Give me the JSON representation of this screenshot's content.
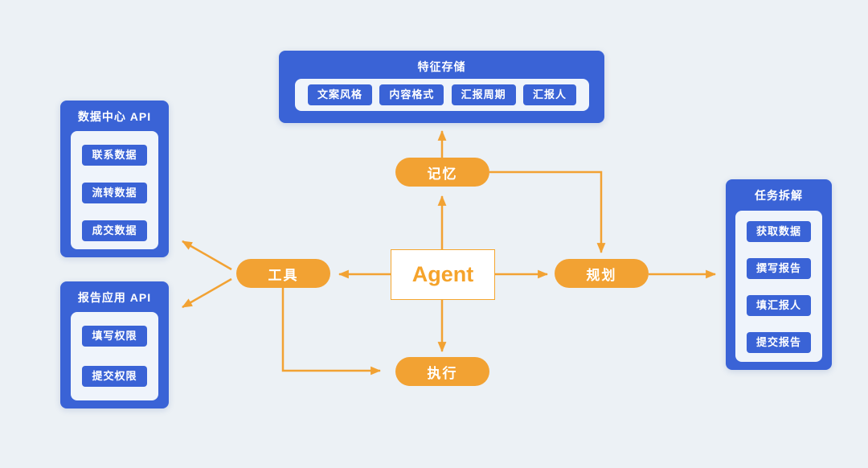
{
  "colors": {
    "background": "#ecf1f5",
    "box_blue": "#3a63d6",
    "panel_light": "#eff4fb",
    "accent_orange": "#f2a233",
    "text_white": "#ffffff"
  },
  "agent": {
    "label": "Agent"
  },
  "pills": {
    "memory": "记忆",
    "tools": "工具",
    "planning": "规划",
    "execution": "执行"
  },
  "feature_store": {
    "title": "特征存储",
    "items": [
      "文案风格",
      "内容格式",
      "汇报周期",
      "汇报人"
    ]
  },
  "data_center_api": {
    "title": "数据中心 API",
    "items": [
      "联系数据",
      "流转数据",
      "成交数据"
    ]
  },
  "report_app_api": {
    "title": "报告应用 API",
    "items": [
      "填写权限",
      "提交权限"
    ]
  },
  "task_breakdown": {
    "title": "任务拆解",
    "items": [
      "获取数据",
      "撰写报告",
      "填汇报人",
      "提交报告"
    ]
  }
}
